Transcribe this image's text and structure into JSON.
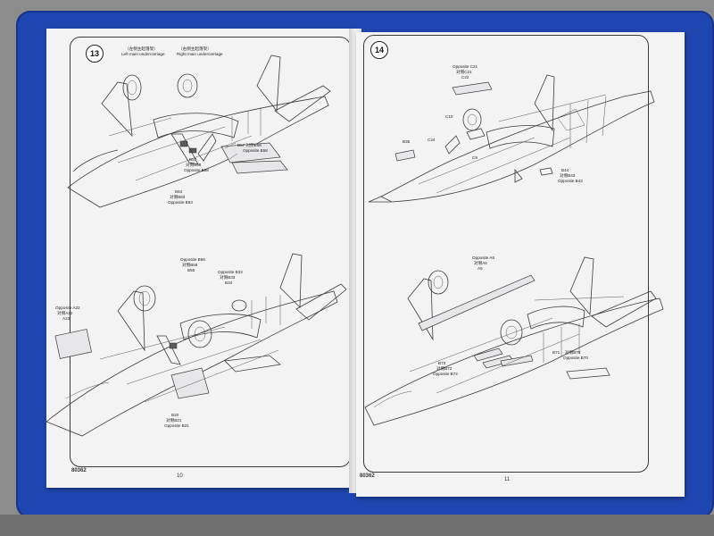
{
  "left_page": {
    "step_number": "13",
    "page_number": "10",
    "product_code": "80362",
    "header_left_cn": "（左侧主起落架）",
    "header_left_en": "Left main undercarriage",
    "header_right_cn": "（右侧主起落架）",
    "header_right_en": "Right main undercarriage",
    "top_callouts": [
      {
        "id": "b57",
        "text": "B57  对侧B58"
      },
      {
        "id": "b57-opp",
        "text": "Opposite B58"
      },
      {
        "id": "b57b",
        "text": "B57"
      },
      {
        "id": "b57b-cn",
        "text": "对侧B58"
      },
      {
        "id": "b57b-opp",
        "text": "Opposite B58"
      },
      {
        "id": "b64",
        "text": "B64"
      },
      {
        "id": "b64-cn",
        "text": "对侧B63"
      },
      {
        "id": "b64-opp",
        "text": "Opposite B63"
      }
    ],
    "bottom_callouts": [
      {
        "id": "b56-opp",
        "text": "Opposite B56"
      },
      {
        "id": "b56-cn",
        "text": "对侧B56"
      },
      {
        "id": "b55",
        "text": "B55"
      },
      {
        "id": "b33-opp",
        "text": "Opposite B33"
      },
      {
        "id": "b33-cn",
        "text": "对侧B33"
      },
      {
        "id": "b34",
        "text": "B34"
      },
      {
        "id": "a22-opp",
        "text": "Opposite A22"
      },
      {
        "id": "a22-cn",
        "text": "对侧A22"
      },
      {
        "id": "a23",
        "text": "A23"
      },
      {
        "id": "b20",
        "text": "B20"
      },
      {
        "id": "b21-cn",
        "text": "对侧B21"
      },
      {
        "id": "b21-opp",
        "text": "Opposite B21"
      }
    ]
  },
  "right_page": {
    "step_number": "14",
    "page_number": "11",
    "product_code": "80362",
    "top_callouts": [
      {
        "id": "c21-opp",
        "text": "Opposite C21"
      },
      {
        "id": "c21-cn",
        "text": "对侧C21"
      },
      {
        "id": "c22",
        "text": "C22"
      },
      {
        "id": "c10",
        "text": "C10"
      },
      {
        "id": "b35",
        "text": "B35"
      },
      {
        "id": "c24",
        "text": "C24"
      },
      {
        "id": "c9",
        "text": "C9"
      },
      {
        "id": "b44",
        "text": "B44"
      },
      {
        "id": "b43-cn",
        "text": "对侧B43"
      },
      {
        "id": "b43-opp",
        "text": "Opposite B43"
      }
    ],
    "bottom_callouts": [
      {
        "id": "a6-opp",
        "text": "Opposite A6"
      },
      {
        "id": "a6-cn",
        "text": "对侧A6"
      },
      {
        "id": "a5",
        "text": "A5"
      },
      {
        "id": "b73",
        "text": "B73"
      },
      {
        "id": "b72-cn",
        "text": "对侧B72"
      },
      {
        "id": "b72-opp",
        "text": "Opposite B72"
      },
      {
        "id": "b71",
        "text": "B71"
      },
      {
        "id": "b70-cn",
        "text": "对侧B70"
      },
      {
        "id": "b70-opp",
        "text": "Opposite B70"
      }
    ]
  }
}
